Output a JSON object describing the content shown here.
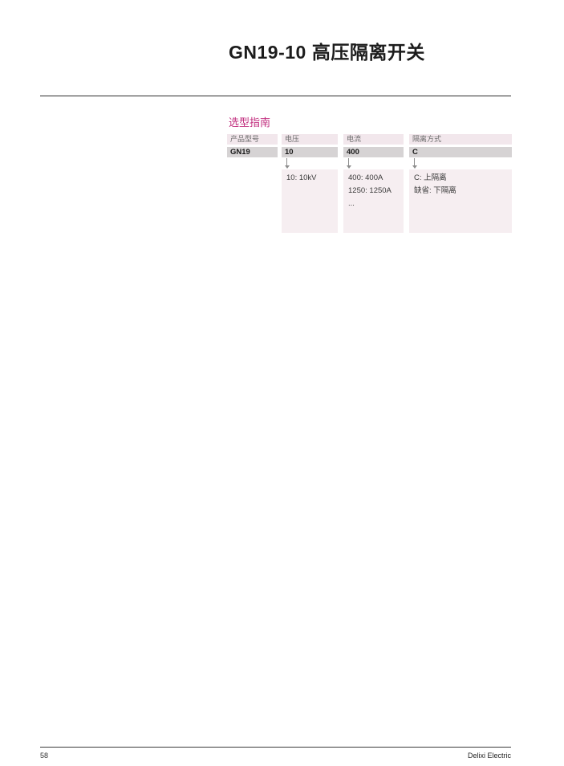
{
  "header": {
    "model": "GN19-10",
    "product_name": "高压隔离开关"
  },
  "section": {
    "heading": "选型指南"
  },
  "selection_guide": {
    "columns": [
      {
        "header": "产品型号",
        "value": "GN19",
        "details": []
      },
      {
        "header": "电压",
        "value": "10",
        "details": [
          "10: 10kV"
        ]
      },
      {
        "header": "电流",
        "value": "400",
        "details": [
          "400: 400A",
          "1250: 1250A",
          "..."
        ]
      },
      {
        "header": "隔离方式",
        "value": "C",
        "details": [
          "C: 上隔离",
          "缺省: 下隔离"
        ]
      }
    ]
  },
  "footer": {
    "page_number": "58",
    "brand": "Delixi Electric"
  },
  "colors": {
    "accent_magenta": "#c02a7c",
    "header_bg": "#f2e7ec",
    "value_bg": "#d6d3d4",
    "detail_bg": "#f6eef1"
  }
}
